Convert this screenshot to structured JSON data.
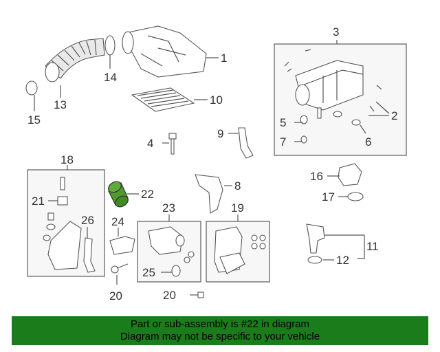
{
  "callouts": {
    "c1": "1",
    "c2": "2",
    "c3": "3",
    "c4": "4",
    "c5": "5",
    "c6": "6",
    "c7": "7",
    "c8": "8",
    "c9": "9",
    "c10": "10",
    "c11": "11",
    "c12": "12",
    "c13": "13",
    "c14": "14",
    "c15": "15",
    "c16": "16",
    "c17": "17",
    "c18": "18",
    "c19": "19",
    "c20a": "20",
    "c20b": "20",
    "c21": "21",
    "c22": "22",
    "c23": "23",
    "c24": "24",
    "c25": "25",
    "c26": "26"
  },
  "highlight_color": "#4e9a2f",
  "banner": {
    "line1": "Part or sub-assembly is #22 in diagram",
    "line2": "Diagram may not be specific to your vehicle",
    "color": "#1a7c1a"
  }
}
